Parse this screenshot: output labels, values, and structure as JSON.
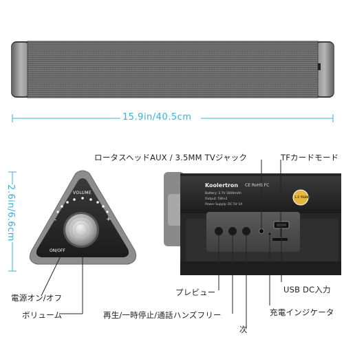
{
  "colors": {
    "dimension_line": "#3ab0d9",
    "fabric": "#6f6f6f",
    "metal": "#9a9a9a",
    "body": "#2b2b2b",
    "label_line": "#222222"
  },
  "dimensions": {
    "width": "15.9in/40.5cm",
    "height": "2.6in/6.6cm"
  },
  "side_view": {
    "volume_text": "VOLUME",
    "minus": "-",
    "plus": "+",
    "power_text": "ON/OFF"
  },
  "back_panel": {
    "brand": "Koolertron",
    "spec_lines": [
      "Battery: 3.7V  1800mAh",
      "Output: 5W×2",
      "Power Supply: DC 5V 1A"
    ],
    "cert_marks": "CE  RoHS  FC",
    "badge": "1.5 YEARS"
  },
  "labels": {
    "aux_jack": "ロータスヘッドAUX / 3.5MM TVジャック",
    "tf_card": "TFカードモード",
    "power": "電源オン/オフ",
    "volume": "ボリューム",
    "preview": "プレビュー",
    "play_pause": "再生/一時停止/通話ハンズフリー",
    "next": "次",
    "usb_dc": "USB DC入力",
    "charge_indicator": "充電インジケータ"
  }
}
